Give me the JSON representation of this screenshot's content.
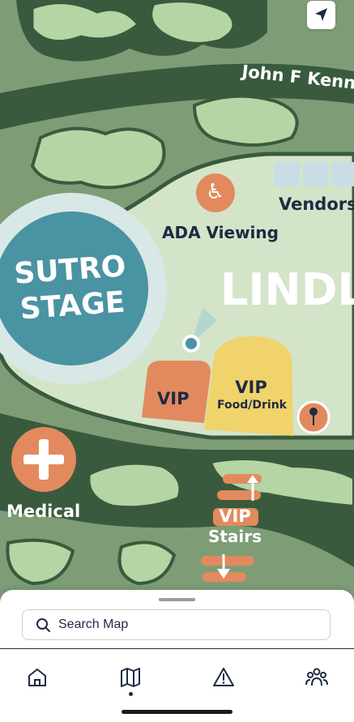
{
  "map": {
    "road_label": "John F Kennedy Dr",
    "stage": {
      "line1": "SUTRO",
      "line2": "STAGE"
    },
    "ada_label": "ADA Viewing",
    "vendors_label": "Vendors",
    "lindley_label": "LINDLEY",
    "vip_tent_label": "VIP",
    "vip_food": {
      "line1": "VIP",
      "line2": "Food/Drink"
    },
    "medical_label": "Medical",
    "vip_stairs": {
      "line1": "VIP",
      "line2": "Stairs"
    },
    "colors": {
      "grass": "#7e9d77",
      "field": "#d3e4c8",
      "road": "#3a5a3e",
      "stage": "#4a93a3",
      "stage_ring": "#d8e8e6",
      "orange": "#e28a5e",
      "yellow": "#f0d36a",
      "navy": "#1e2a44",
      "tree": "#b5d5a5"
    }
  },
  "search": {
    "placeholder": "Search Map",
    "icon": "search-icon"
  },
  "tabs": [
    {
      "name": "home",
      "icon": "home-icon"
    },
    {
      "name": "map",
      "icon": "map-icon",
      "active": true
    },
    {
      "name": "alerts",
      "icon": "alert-icon"
    },
    {
      "name": "friends",
      "icon": "group-icon"
    }
  ]
}
